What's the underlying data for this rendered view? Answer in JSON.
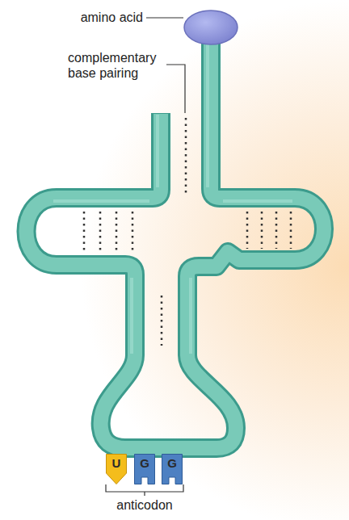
{
  "diagram": {
    "nodes": [
      {
        "text": [
          "U"
        ]
      },
      {
        "text": [
          "G"
        ]
      },
      {
        "text": [
          "G"
        ]
      }
    ],
    "labels": [
      "amino acid",
      "complementary base pairing",
      "anticodon"
    ]
  }
}
